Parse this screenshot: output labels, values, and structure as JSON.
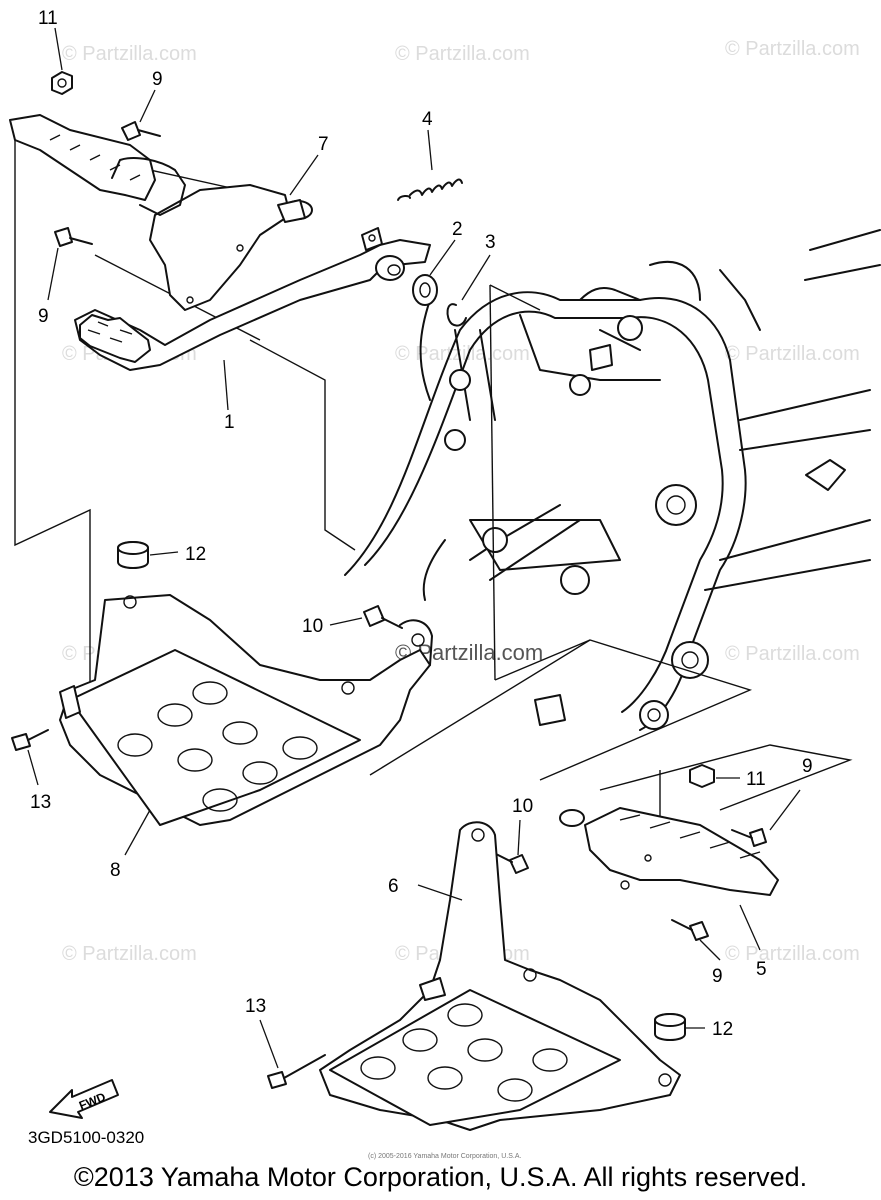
{
  "watermark": "© Partzilla.com",
  "diagram_code": "3GD5100-0320",
  "fwd_label": "FWD",
  "footer_small": "(c) 2005-2016 Yamaha Motor Corporation, U.S.A.",
  "copyright": "©2013 Yamaha Motor Corporation, U.S.A. All rights reserved.",
  "callouts": [
    "11",
    "9",
    "7",
    "4",
    "2",
    "3",
    "9",
    "1",
    "12",
    "10",
    "13",
    "8",
    "10",
    "11",
    "9",
    "6",
    "5",
    "9",
    "13",
    "12"
  ]
}
